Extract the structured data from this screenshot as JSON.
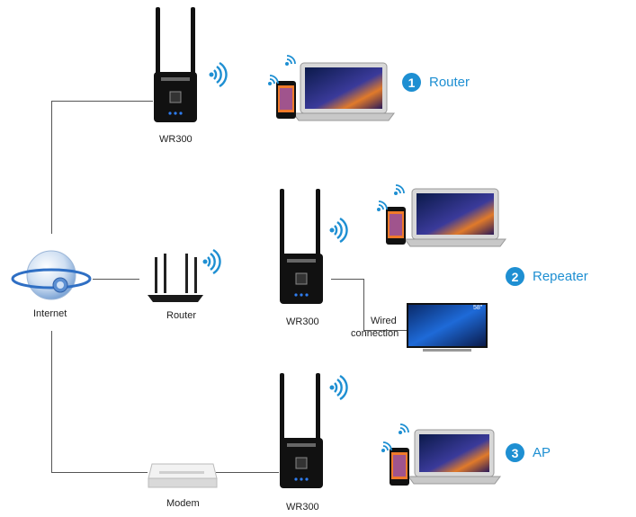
{
  "labels": {
    "wr300_top": "WR300",
    "wr300_mid": "WR300",
    "wr300_bottom": "WR300",
    "internet": "Internet",
    "router": "Router",
    "modem": "Modem",
    "wired_line1": "Wired",
    "wired_line2": "connection",
    "tv_size": "58\""
  },
  "modes": [
    {
      "number": "1",
      "name": "Router"
    },
    {
      "number": "2",
      "name": "Repeater"
    },
    {
      "number": "3",
      "name": "AP"
    }
  ],
  "colors": {
    "accent": "#1e8fd2",
    "device_body": "#111111",
    "line": "#555555",
    "led": "#2f7df0"
  }
}
